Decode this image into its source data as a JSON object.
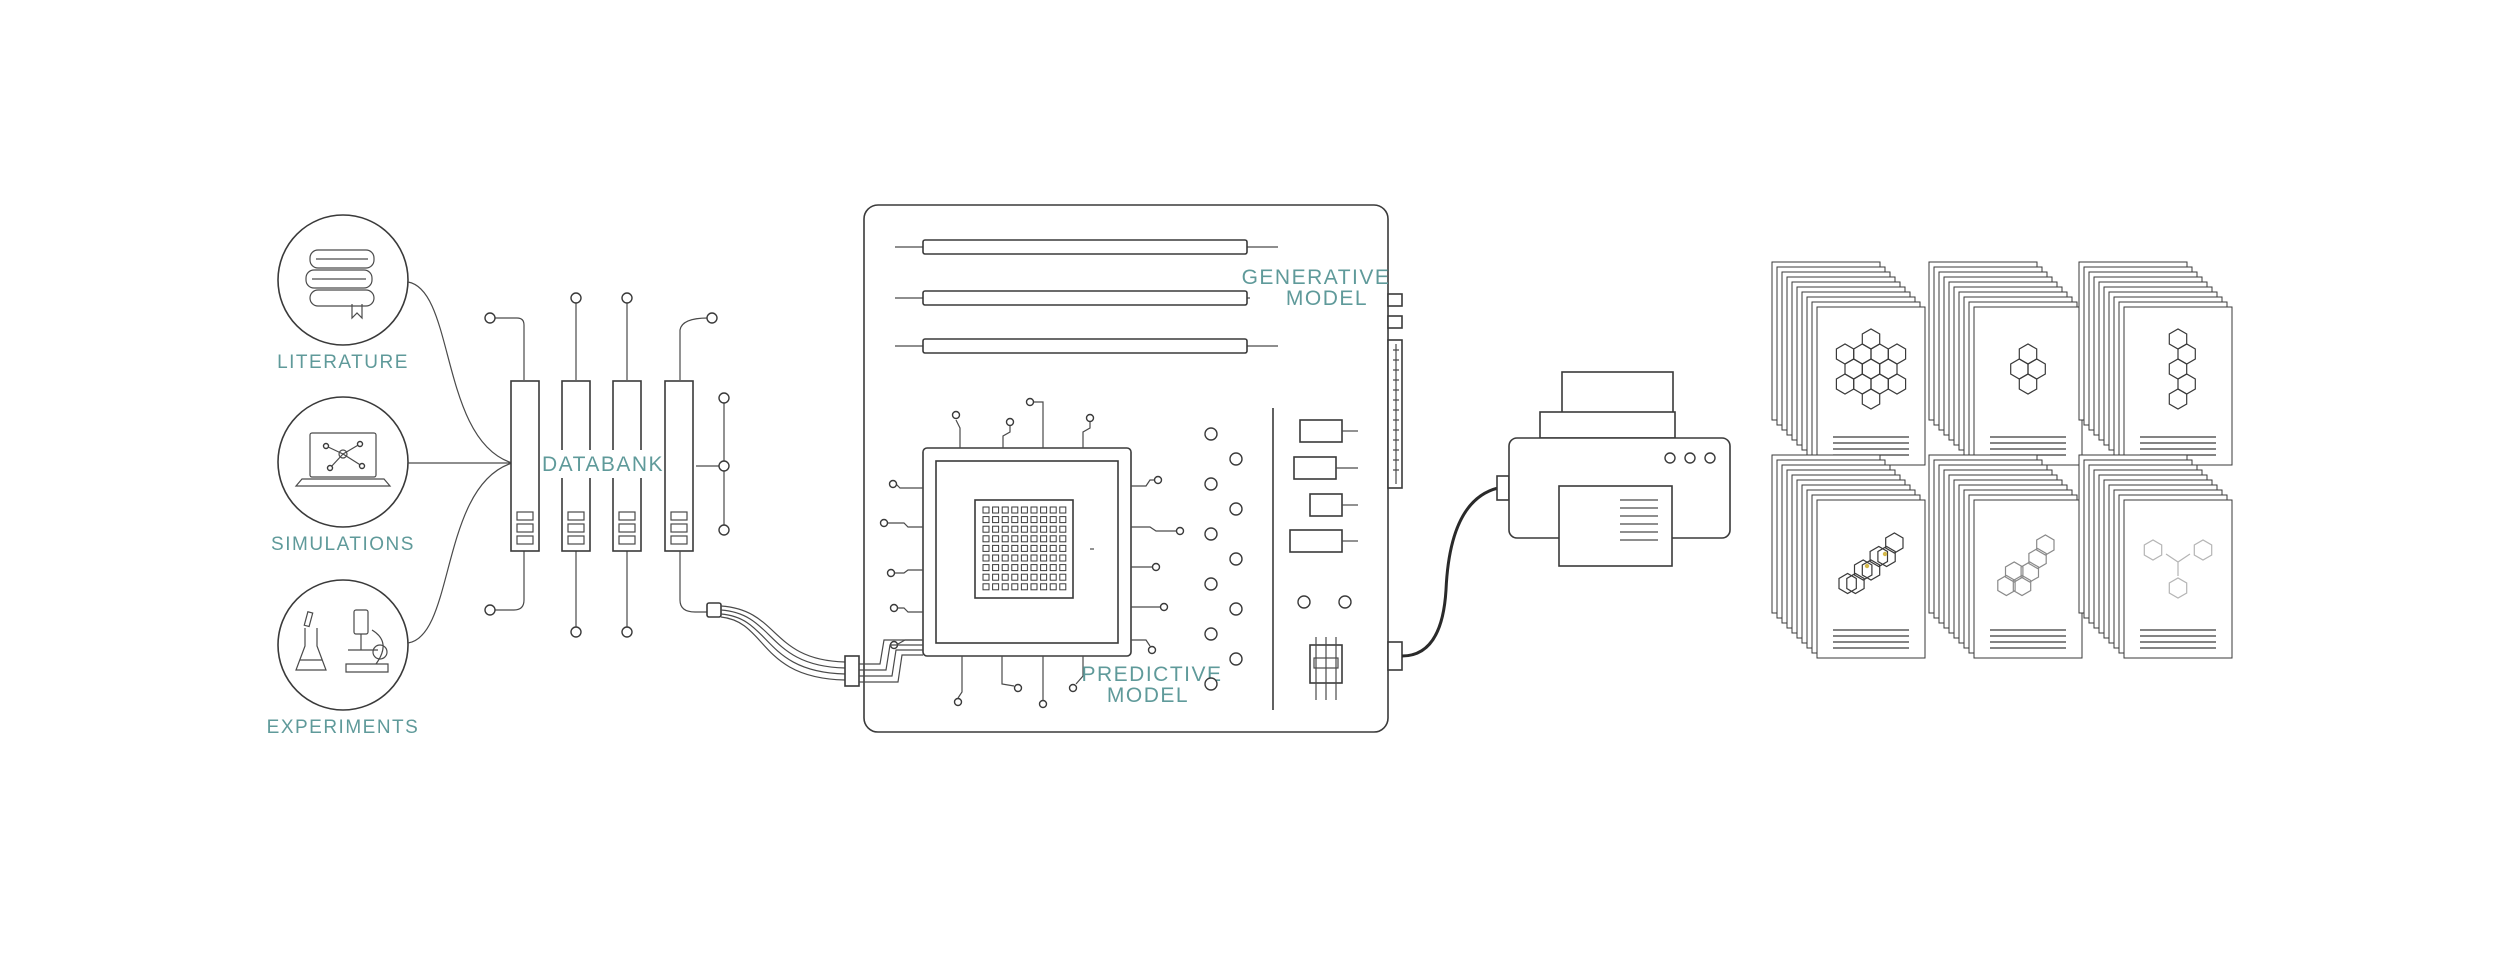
{
  "sources": [
    {
      "label": "LITERATURE",
      "icon": "books-icon"
    },
    {
      "label": "SIMULATIONS",
      "icon": "laptop-network-icon"
    },
    {
      "label": "EXPERIMENTS",
      "icon": "lab-microscope-icon"
    }
  ],
  "databank": {
    "label": "DATABANK"
  },
  "generative": {
    "line1": "GENERATIVE",
    "line2": "MODEL"
  },
  "predictive": {
    "line1": "PREDICTIVE",
    "line2": "MODEL"
  },
  "colors": {
    "label": "#5f9a9a",
    "stroke": "#3a3a3a",
    "accent": "#d4b84a"
  }
}
